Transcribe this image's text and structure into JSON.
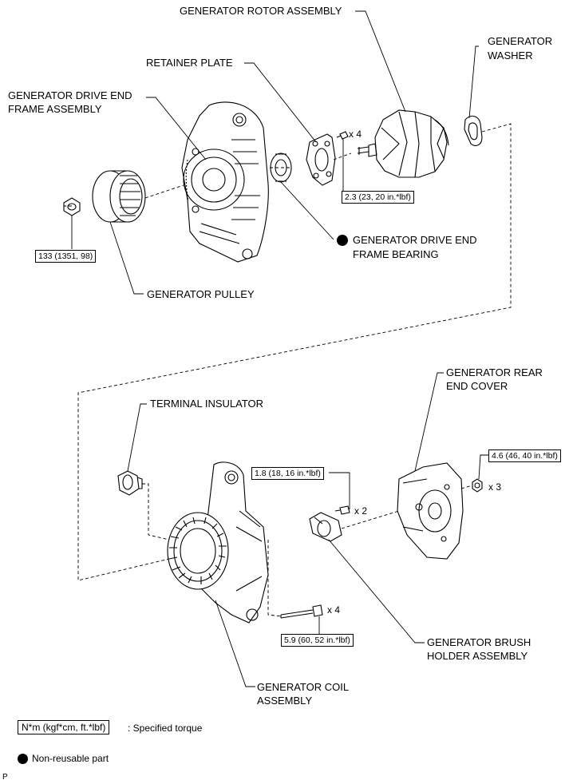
{
  "labels": {
    "rotor": "GENERATOR ROTOR ASSEMBLY",
    "washer_1": "GENERATOR",
    "washer_2": "WASHER",
    "retainer": "RETAINER PLATE",
    "drive_end_1": "GENERATOR DRIVE END",
    "drive_end_2": "FRAME ASSEMBLY",
    "bearing_1": "GENERATOR DRIVE END",
    "bearing_2": "FRAME BEARING",
    "pulley": "GENERATOR PULLEY",
    "terminal": "TERMINAL INSULATOR",
    "rear_cover_1": "GENERATOR REAR",
    "rear_cover_2": "END COVER",
    "brush_1": "GENERATOR BRUSH",
    "brush_2": "HOLDER ASSEMBLY",
    "coil_1": "GENERATOR COIL",
    "coil_2": "ASSEMBLY"
  },
  "torques": {
    "retainer": "2.3 (23, 20 in.*lbf)",
    "pulley_nut": "133 (1351, 98)",
    "brush_screw": "1.8 (18, 16 in.*lbf)",
    "rear_nut": "4.6 (46, 40 in.*lbf)",
    "bolt": "5.9 (60, 52 in.*lbf)"
  },
  "quantities": {
    "retainer_screws": "x 4",
    "brush_screws": "x 2",
    "rear_nuts": "x 3",
    "bolts": "x 4"
  },
  "legend": {
    "torque_unit": "N*m (kgf*cm, ft.*lbf)",
    "torque_text": ": Specified torque",
    "nonreusable_text": "Non-reusable part"
  },
  "footer": {
    "code": "P"
  }
}
